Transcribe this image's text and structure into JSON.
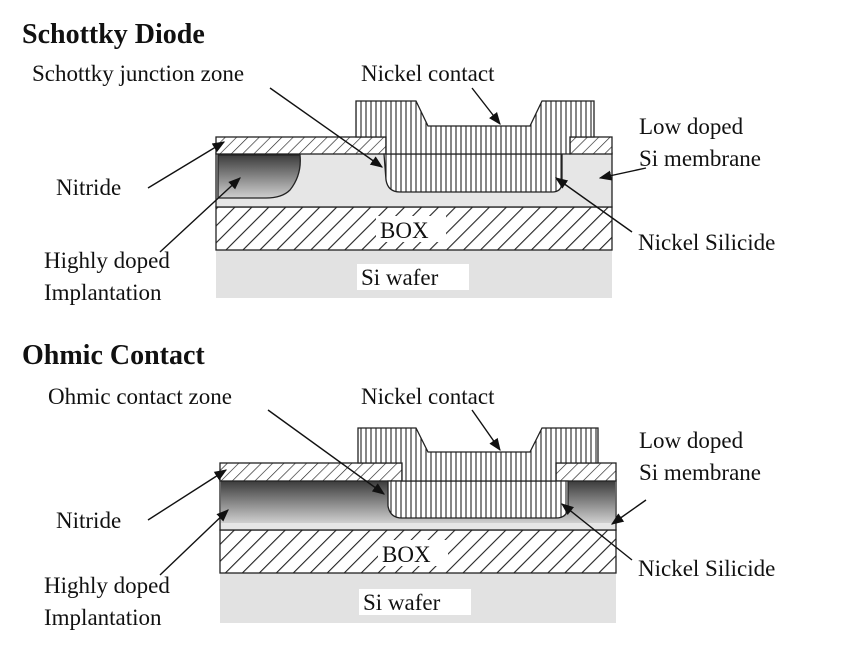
{
  "schottky": {
    "title": "Schottky Diode",
    "labels": {
      "junction_zone": "Schottky junction zone",
      "nickel_contact": "Nickel contact",
      "low_doped_line1": "Low doped",
      "low_doped_line2": "Si membrane",
      "nitride": "Nitride",
      "box": "BOX",
      "nickel_silicide": "Nickel Silicide",
      "implant_line1": "Highly doped",
      "implant_line2": "Implantation",
      "si_wafer": "Si wafer"
    }
  },
  "ohmic": {
    "title": "Ohmic Contact",
    "labels": {
      "contact_zone": "Ohmic contact zone",
      "nickel_contact": "Nickel contact",
      "low_doped_line1": "Low doped",
      "low_doped_line2": "Si membrane",
      "nitride": "Nitride",
      "box": "BOX",
      "nickel_silicide": "Nickel Silicide",
      "implant_line1": "Highly doped",
      "implant_line2": "Implantation",
      "si_wafer": "Si wafer"
    }
  },
  "colors": {
    "wafer": "#e2e2e2",
    "membrane": "#e6e6e6",
    "implant_dark": "#3c3c3c",
    "implant_light": "#d0d0d0",
    "hatch_line": "#222222"
  }
}
